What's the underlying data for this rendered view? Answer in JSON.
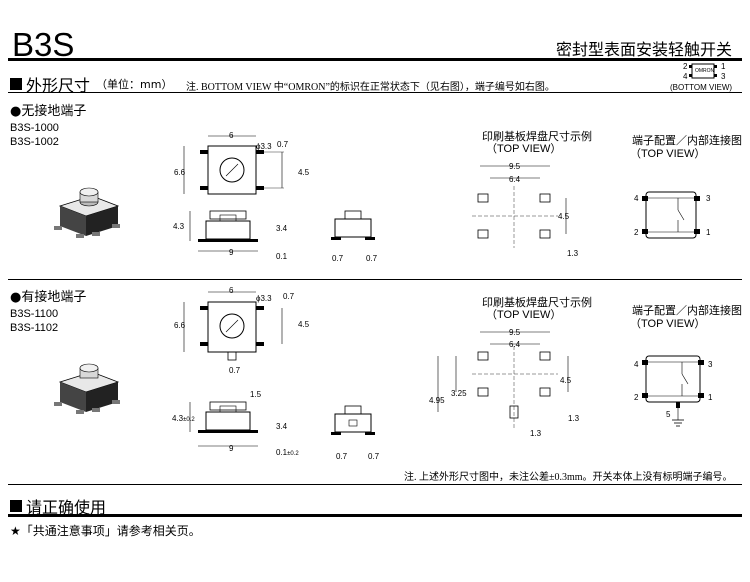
{
  "header": {
    "model": "B3S",
    "doc_title": "密封型表面安装轻触开关"
  },
  "dimensions_section": {
    "title": "外形尺寸",
    "unit": "（单位：mm）",
    "note": "注. BOTTOM VIEW 中“OMRON”的标识在正常状态下（见右图），端子编号如右图。",
    "bottom_view": {
      "brand": "OMRON",
      "caption": "(BOTTOM VIEW)",
      "terminals": [
        "2",
        "1",
        "4",
        "3"
      ]
    }
  },
  "group1": {
    "heading": "无接地端子",
    "models": [
      "B3S-1000",
      "B3S-1002"
    ],
    "dims": {
      "top_width": "6",
      "diameter": "ϕ3.3",
      "pin_w": "0.7",
      "height": "6.6",
      "right_h": "4.5",
      "side_h": "4.3",
      "side_tol": "",
      "top_h": "3.4",
      "bottom_w": "9",
      "foot": "0.1",
      "end_a": "0.7",
      "end_b": "0.7"
    },
    "pcb": {
      "title": "印刷基板焊盘尺寸示例",
      "view": "（TOP VIEW）",
      "w1": "9.5",
      "w2": "6.4",
      "h": "4.5",
      "pad": "1.3"
    },
    "terminal": {
      "title": "端子配置／内部连接图",
      "view": "（TOP VIEW）",
      "nums": [
        "4",
        "3",
        "2",
        "1"
      ]
    }
  },
  "group2": {
    "heading": "有接地端子",
    "models": [
      "B3S-1100",
      "B3S-1102"
    ],
    "dims": {
      "top_width": "6",
      "diameter": "ϕ3.3",
      "pin_w": "0.7",
      "height": "6.6",
      "right_h": "4.5",
      "ground_w": "0.7",
      "ground_pitch": "1.5",
      "side_h": "4.3",
      "side_tol": "±0.2",
      "top_h": "3.4",
      "bottom_w": "9",
      "foot": "0.1",
      "foot_tol": "±0.2",
      "end_a": "0.7",
      "end_b": "0.7"
    },
    "pcb": {
      "title": "印刷基板焊盘尺寸示例",
      "view": "（TOP VIEW）",
      "w1": "9.5",
      "w2": "6.4",
      "h": "4.5",
      "h_total": "4.95",
      "h_mid": "3.25",
      "pad": "1.3",
      "pad2": "1.3"
    },
    "terminal": {
      "title": "端子配置／内部连接图",
      "view": "（TOP VIEW）",
      "nums": [
        "4",
        "3",
        "2",
        "1",
        "5"
      ]
    }
  },
  "footer_note": "注. 上述外形尺寸图中，未注公差±0.3mm。开关本体上没有标明端子编号。",
  "correct_use": {
    "title": "请正确使用",
    "text": "★「共通注意事项」请参考相关页。"
  }
}
